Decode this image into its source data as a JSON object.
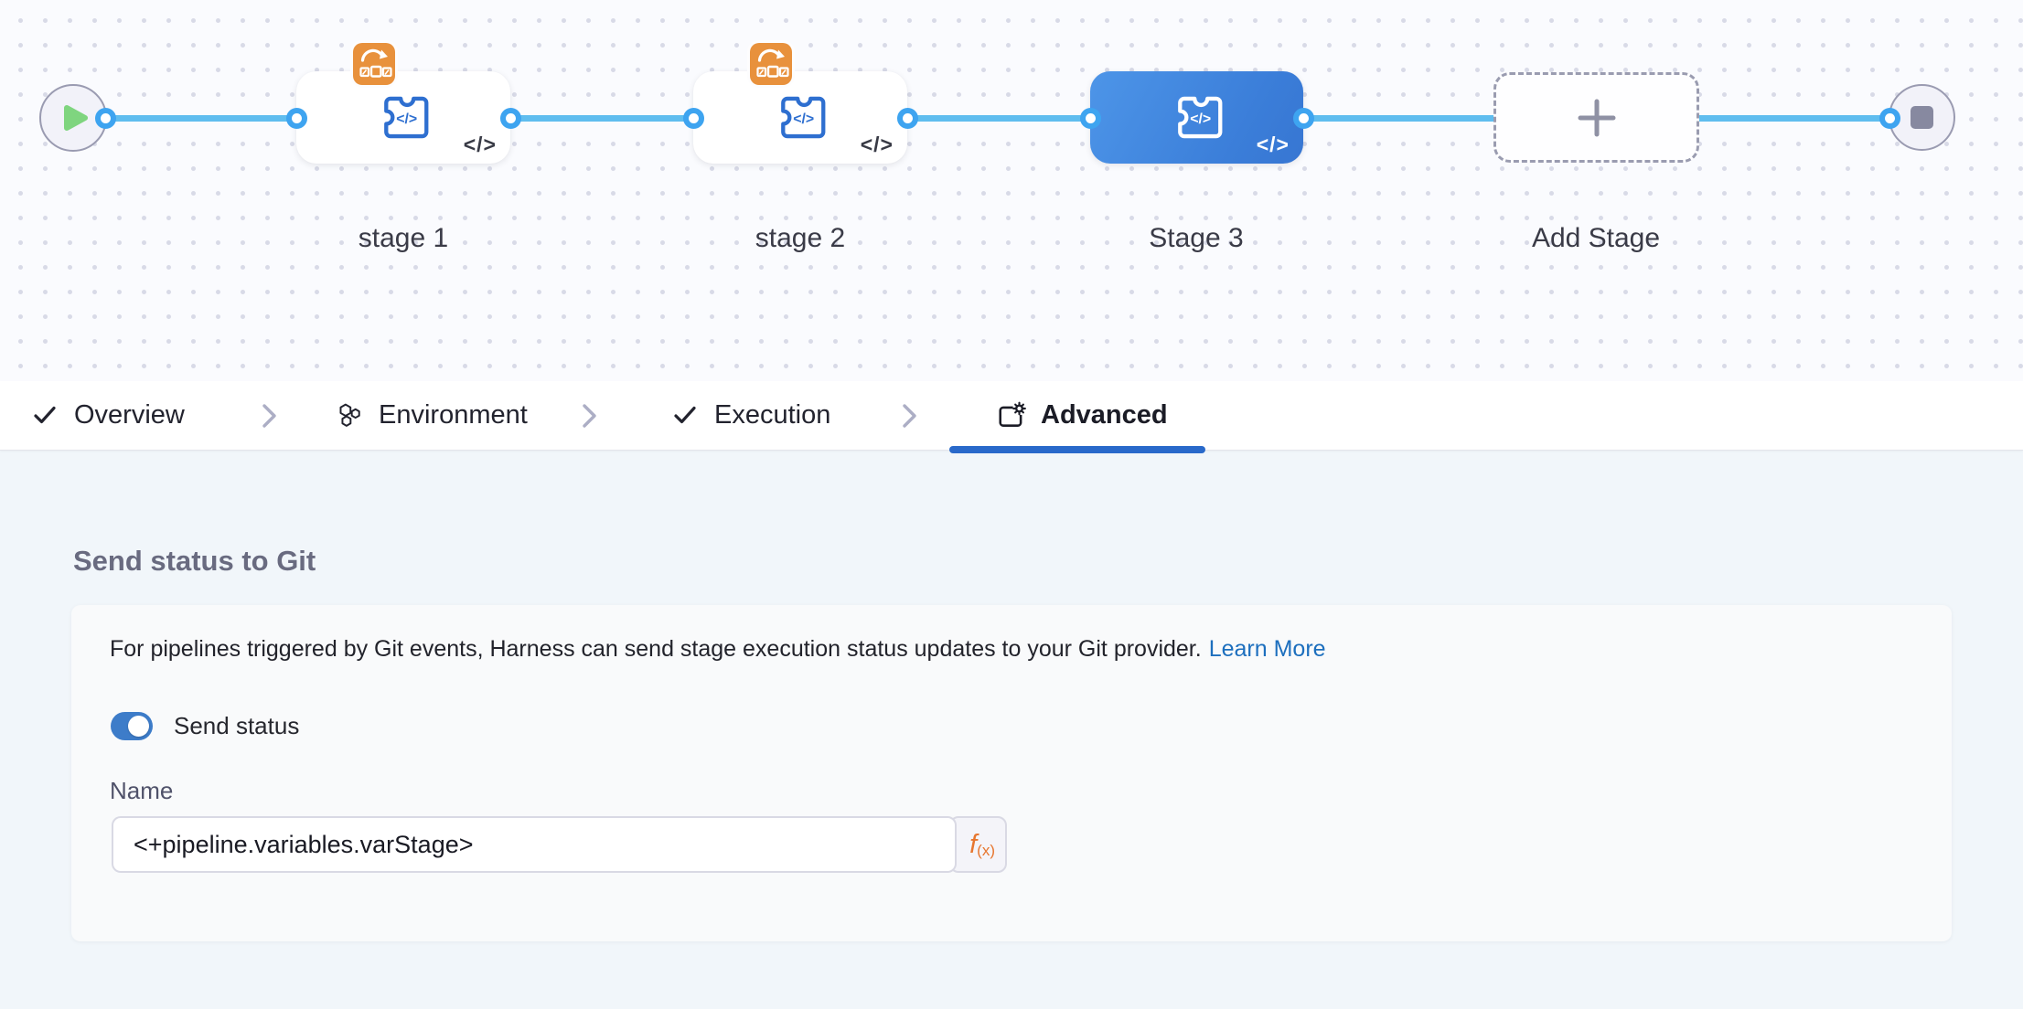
{
  "pipeline_canvas": {
    "code_glyph": "</>",
    "start_node": {
      "icon": "play-icon"
    },
    "end_node": {
      "icon": "stop-icon"
    },
    "stages": [
      {
        "label": "stage 1",
        "kind": "custom-stage",
        "selected": false,
        "badge_icon": "rollback-steps-badge-icon",
        "stage_icon": "custom-stage-icon"
      },
      {
        "label": "stage 2",
        "kind": "custom-stage",
        "selected": false,
        "badge_icon": "rollback-steps-badge-icon",
        "stage_icon": "custom-stage-icon"
      },
      {
        "label": "Stage 3",
        "kind": "custom-stage",
        "selected": true,
        "badge_icon": null,
        "stage_icon": "custom-stage-icon"
      },
      {
        "label": "Add Stage",
        "kind": "add-stage-placeholder",
        "icon": "plus-icon"
      }
    ]
  },
  "stage_tabs": {
    "active": "Advanced",
    "items": [
      {
        "label": "Overview",
        "icon": "check-icon",
        "active": false
      },
      {
        "label": "Environment",
        "icon": "environment-hexagons-icon",
        "active": false
      },
      {
        "label": "Execution",
        "icon": "check-icon",
        "active": false
      },
      {
        "label": "Advanced",
        "icon": "advanced-gear-icon",
        "active": true
      }
    ]
  },
  "advanced_tab": {
    "section_title": "Send status to Git",
    "description": "For pipelines triggered by Git events, Harness can send stage execution status updates to your Git provider.",
    "learn_more_label": "Learn More",
    "send_status_toggle": {
      "label": "Send status",
      "on": true
    },
    "name_field": {
      "label": "Name",
      "value": "<+pipeline.variables.varStage>",
      "fx_f": "f",
      "fx_sub": "(x)"
    }
  },
  "colors": {
    "connector_blue": "#5FBDEF",
    "port_blue": "#3EA4F0",
    "selected_stage_blue": "#3B7ED9",
    "tab_underline_blue": "#2969CA",
    "toggle_blue": "#3D7CC9",
    "link_blue": "#1D6FBE",
    "fx_orange": "#E7762F",
    "badge_orange": "#E8913C",
    "play_green": "#7FD57F"
  }
}
